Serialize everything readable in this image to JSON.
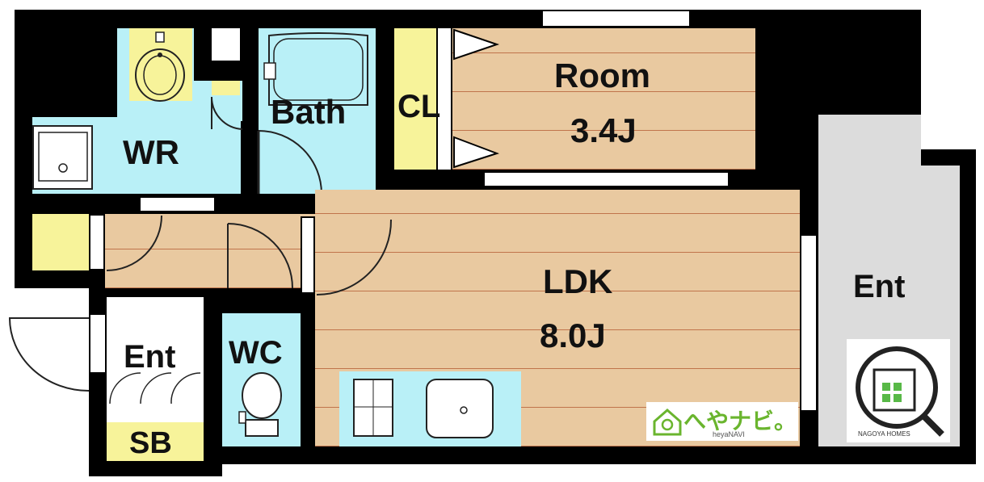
{
  "rooms": {
    "room": {
      "name": "Room",
      "size": "3.4J"
    },
    "closet": {
      "name": "CL"
    },
    "bath": {
      "name": "Bath"
    },
    "washroom": {
      "name": "WR"
    },
    "ldk": {
      "name": "LDK",
      "size": "8.0J"
    },
    "entrance": {
      "name": "Ent"
    },
    "toilet": {
      "name": "WC"
    },
    "shoebox": {
      "name": "SB"
    },
    "balcony_entrance": {
      "name": "Ent"
    }
  },
  "logos": {
    "heyanavi": {
      "text": "へやナビ。",
      "sub": "heyaNAVI"
    },
    "nagoya": {
      "text": "NAGOYA HOMES"
    }
  },
  "colors": {
    "wall": "#000000",
    "floor_wood": "#e9c9a0",
    "wet_area": "#b9f0f7",
    "storage": "#f7f39a",
    "exterior": "#dcdcdc"
  }
}
